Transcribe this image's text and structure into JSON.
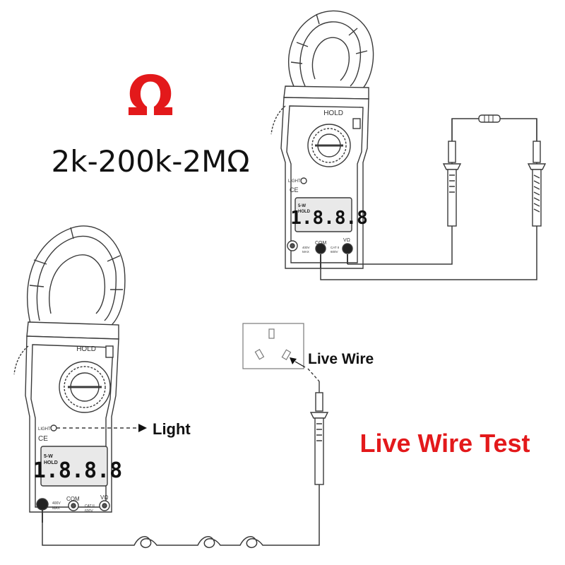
{
  "symbol": "Ω",
  "range_text": "2k-200k-2MΩ",
  "meter_top": {
    "hold": "HOLD",
    "light": "LIGHT",
    "ce": "CE",
    "display": "1.8.8.8",
    "lcd_tag_1": "5-W",
    "lcd_tag_2": "HOLD",
    "com": "COM",
    "vohm": "VΩ",
    "cat": "CAT II",
    "volt": "600V",
    "max_volt": "400V",
    "max": "MAX"
  },
  "meter_bottom": {
    "hold": "HOLD",
    "light": "LIGHT",
    "ce": "CE",
    "display": "1.8.8.8",
    "lcd_tag_1": "5-W",
    "lcd_tag_2": "HOLD",
    "com": "COM",
    "vohm": "VΩ",
    "cat": "CAT II",
    "volt": "600V",
    "max_volt": "400V",
    "max": "MAX"
  },
  "callouts": {
    "light": "Light",
    "live_wire": "Live Wire",
    "live_wire_test": "Live Wire Test"
  },
  "colors": {
    "accent_red": "#e3191b",
    "line": "#3a3a3a",
    "lcd_bg": "#e9e9e9"
  }
}
